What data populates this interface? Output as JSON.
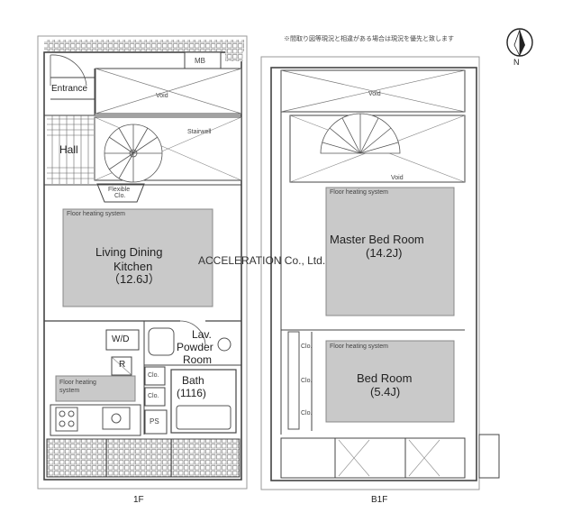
{
  "note": "※間取り図等現況と相違がある場合は現況を優先と致します",
  "watermark": "ACCELERATION Co., Ltd.",
  "compass": "N",
  "floor1": {
    "label": "1F",
    "mb": "MB",
    "entrance": "Entrance",
    "void": "Void",
    "stairwell": "Stairwell",
    "hall": "Hall",
    "flexible_clo_1": "Flexible",
    "flexible_clo_2": "Clo.",
    "ldk_heating": "Floor heating system",
    "ldk_name_1": "Living Dining",
    "ldk_name_2": "Kitchen",
    "ldk_size": "（12.6J）",
    "wd": "W/D",
    "r": "R",
    "lav_1": "Lav.",
    "lav_2": "Powder",
    "lav_3": "Room",
    "clo_a": "Clo.",
    "clo_b": "Clo.",
    "bath_1": "Bath",
    "bath_2": "(1116)",
    "kitchen_heating_1": "Floor heating",
    "kitchen_heating_2": "system",
    "ps": "PS"
  },
  "floorB1": {
    "label": "B1F",
    "void_top": "Void",
    "void_stair": "Void",
    "master_heating": "Floor heating system",
    "master_name": "Master Bed Room",
    "master_size": "(14.2J)",
    "bed_heating": "Floor heating system",
    "bed_name": "Bed Room",
    "bed_size": "(5.4J)",
    "clo_1": "Clo.",
    "clo_2": "Clo.",
    "clo_3": "Clo."
  }
}
